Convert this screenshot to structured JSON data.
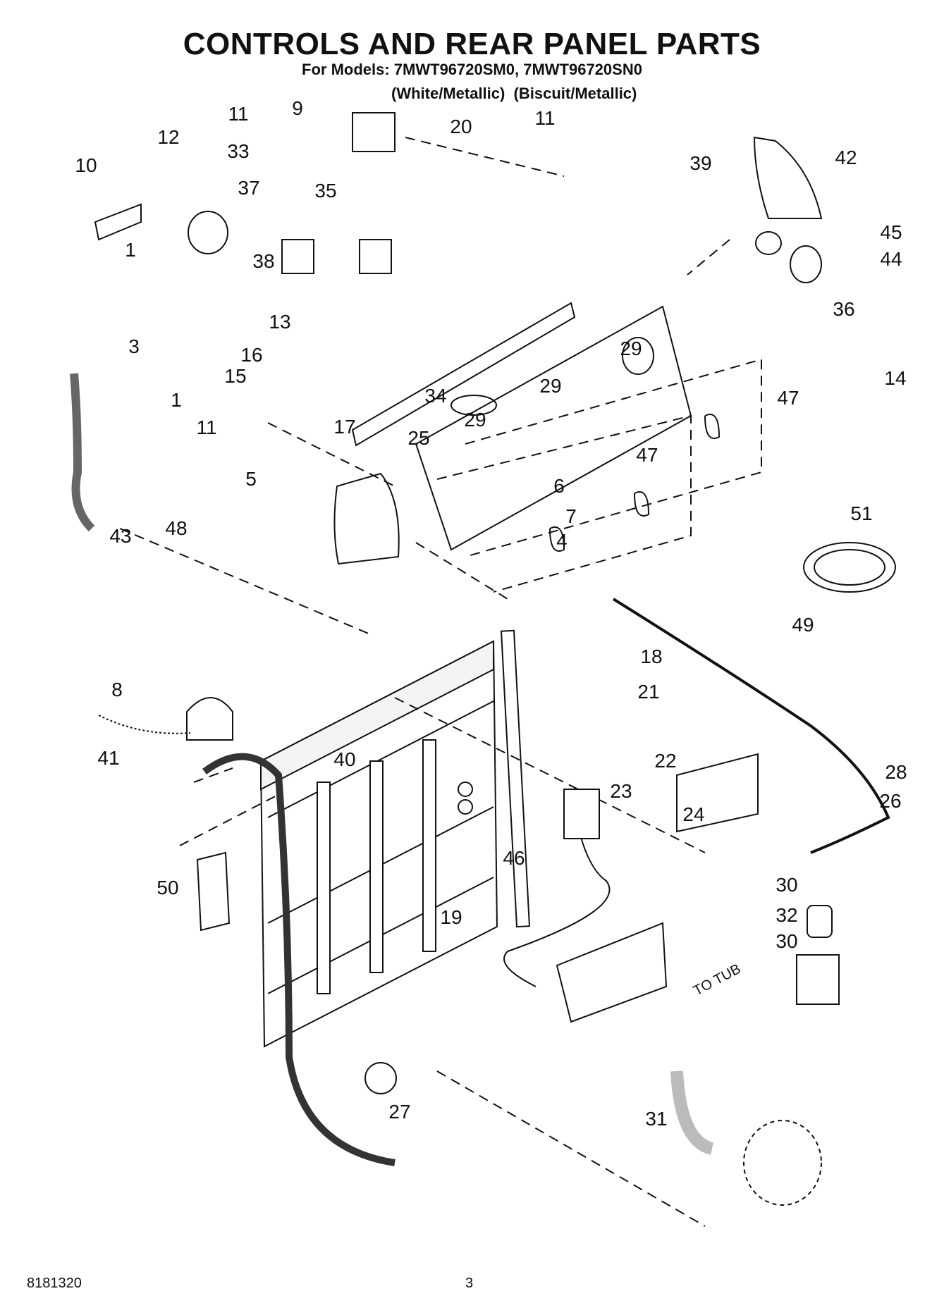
{
  "header": {
    "title": "CONTROLS AND REAR PANEL PARTS",
    "models_line": "For Models: 7MWT96720SM0, 7MWT96720SN0",
    "finishes_line": "(White/Metallic)  (Biscuit/Metallic)"
  },
  "diagram": {
    "tub_note": "TO TUB",
    "callouts": [
      {
        "id": "c1a",
        "text": "1"
      },
      {
        "id": "c1b",
        "text": "1"
      },
      {
        "id": "c3",
        "text": "3"
      },
      {
        "id": "c4",
        "text": "4"
      },
      {
        "id": "c5",
        "text": "5"
      },
      {
        "id": "c6",
        "text": "6"
      },
      {
        "id": "c7",
        "text": "7"
      },
      {
        "id": "c8",
        "text": "8"
      },
      {
        "id": "c9",
        "text": "9"
      },
      {
        "id": "c10",
        "text": "10"
      },
      {
        "id": "c11a",
        "text": "11"
      },
      {
        "id": "c11b",
        "text": "11"
      },
      {
        "id": "c11c",
        "text": "11"
      },
      {
        "id": "c12",
        "text": "12"
      },
      {
        "id": "c13",
        "text": "13"
      },
      {
        "id": "c14",
        "text": "14"
      },
      {
        "id": "c15",
        "text": "15"
      },
      {
        "id": "c16",
        "text": "16"
      },
      {
        "id": "c17",
        "text": "17"
      },
      {
        "id": "c18",
        "text": "18"
      },
      {
        "id": "c19",
        "text": "19"
      },
      {
        "id": "c20",
        "text": "20"
      },
      {
        "id": "c21",
        "text": "21"
      },
      {
        "id": "c22",
        "text": "22"
      },
      {
        "id": "c23",
        "text": "23"
      },
      {
        "id": "c24",
        "text": "24"
      },
      {
        "id": "c25",
        "text": "25"
      },
      {
        "id": "c26",
        "text": "26"
      },
      {
        "id": "c27",
        "text": "27"
      },
      {
        "id": "c28",
        "text": "28"
      },
      {
        "id": "c29a",
        "text": "29"
      },
      {
        "id": "c29b",
        "text": "29"
      },
      {
        "id": "c29c",
        "text": "29"
      },
      {
        "id": "c30a",
        "text": "30"
      },
      {
        "id": "c30b",
        "text": "30"
      },
      {
        "id": "c31",
        "text": "31"
      },
      {
        "id": "c32",
        "text": "32"
      },
      {
        "id": "c33",
        "text": "33"
      },
      {
        "id": "c34",
        "text": "34"
      },
      {
        "id": "c35",
        "text": "35"
      },
      {
        "id": "c36",
        "text": "36"
      },
      {
        "id": "c37",
        "text": "37"
      },
      {
        "id": "c38",
        "text": "38"
      },
      {
        "id": "c39",
        "text": "39"
      },
      {
        "id": "c40",
        "text": "40"
      },
      {
        "id": "c41",
        "text": "41"
      },
      {
        "id": "c42",
        "text": "42"
      },
      {
        "id": "c43",
        "text": "43"
      },
      {
        "id": "c44",
        "text": "44"
      },
      {
        "id": "c45",
        "text": "45"
      },
      {
        "id": "c46",
        "text": "46"
      },
      {
        "id": "c47a",
        "text": "47"
      },
      {
        "id": "c47b",
        "text": "47"
      },
      {
        "id": "c48",
        "text": "48"
      },
      {
        "id": "c49",
        "text": "49"
      },
      {
        "id": "c50",
        "text": "50"
      },
      {
        "id": "c51",
        "text": "51"
      }
    ]
  },
  "footer": {
    "doc_number": "8181320",
    "page_number": "3"
  }
}
